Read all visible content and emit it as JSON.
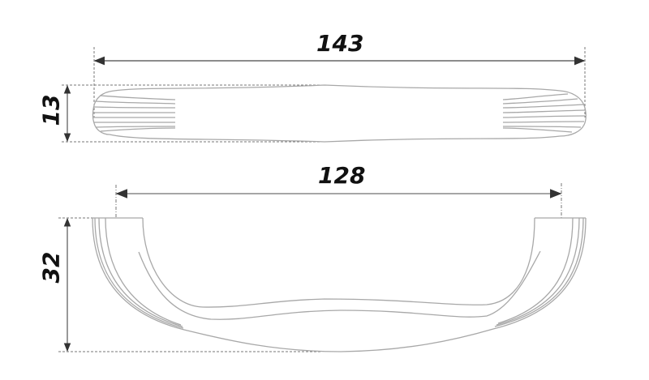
{
  "drawing": {
    "subject": "furniture handle technical drawing",
    "line_color": "#a8a8a8",
    "dim_color": "#444444",
    "text_color": "#111111",
    "units": "mm"
  },
  "top_view": {
    "overall_length": {
      "label": "143",
      "value": 143
    },
    "height": {
      "label": "13",
      "value": 13
    }
  },
  "side_view": {
    "center_distance": {
      "label": "128",
      "value": 128
    },
    "height": {
      "label": "32",
      "value": 32
    }
  }
}
